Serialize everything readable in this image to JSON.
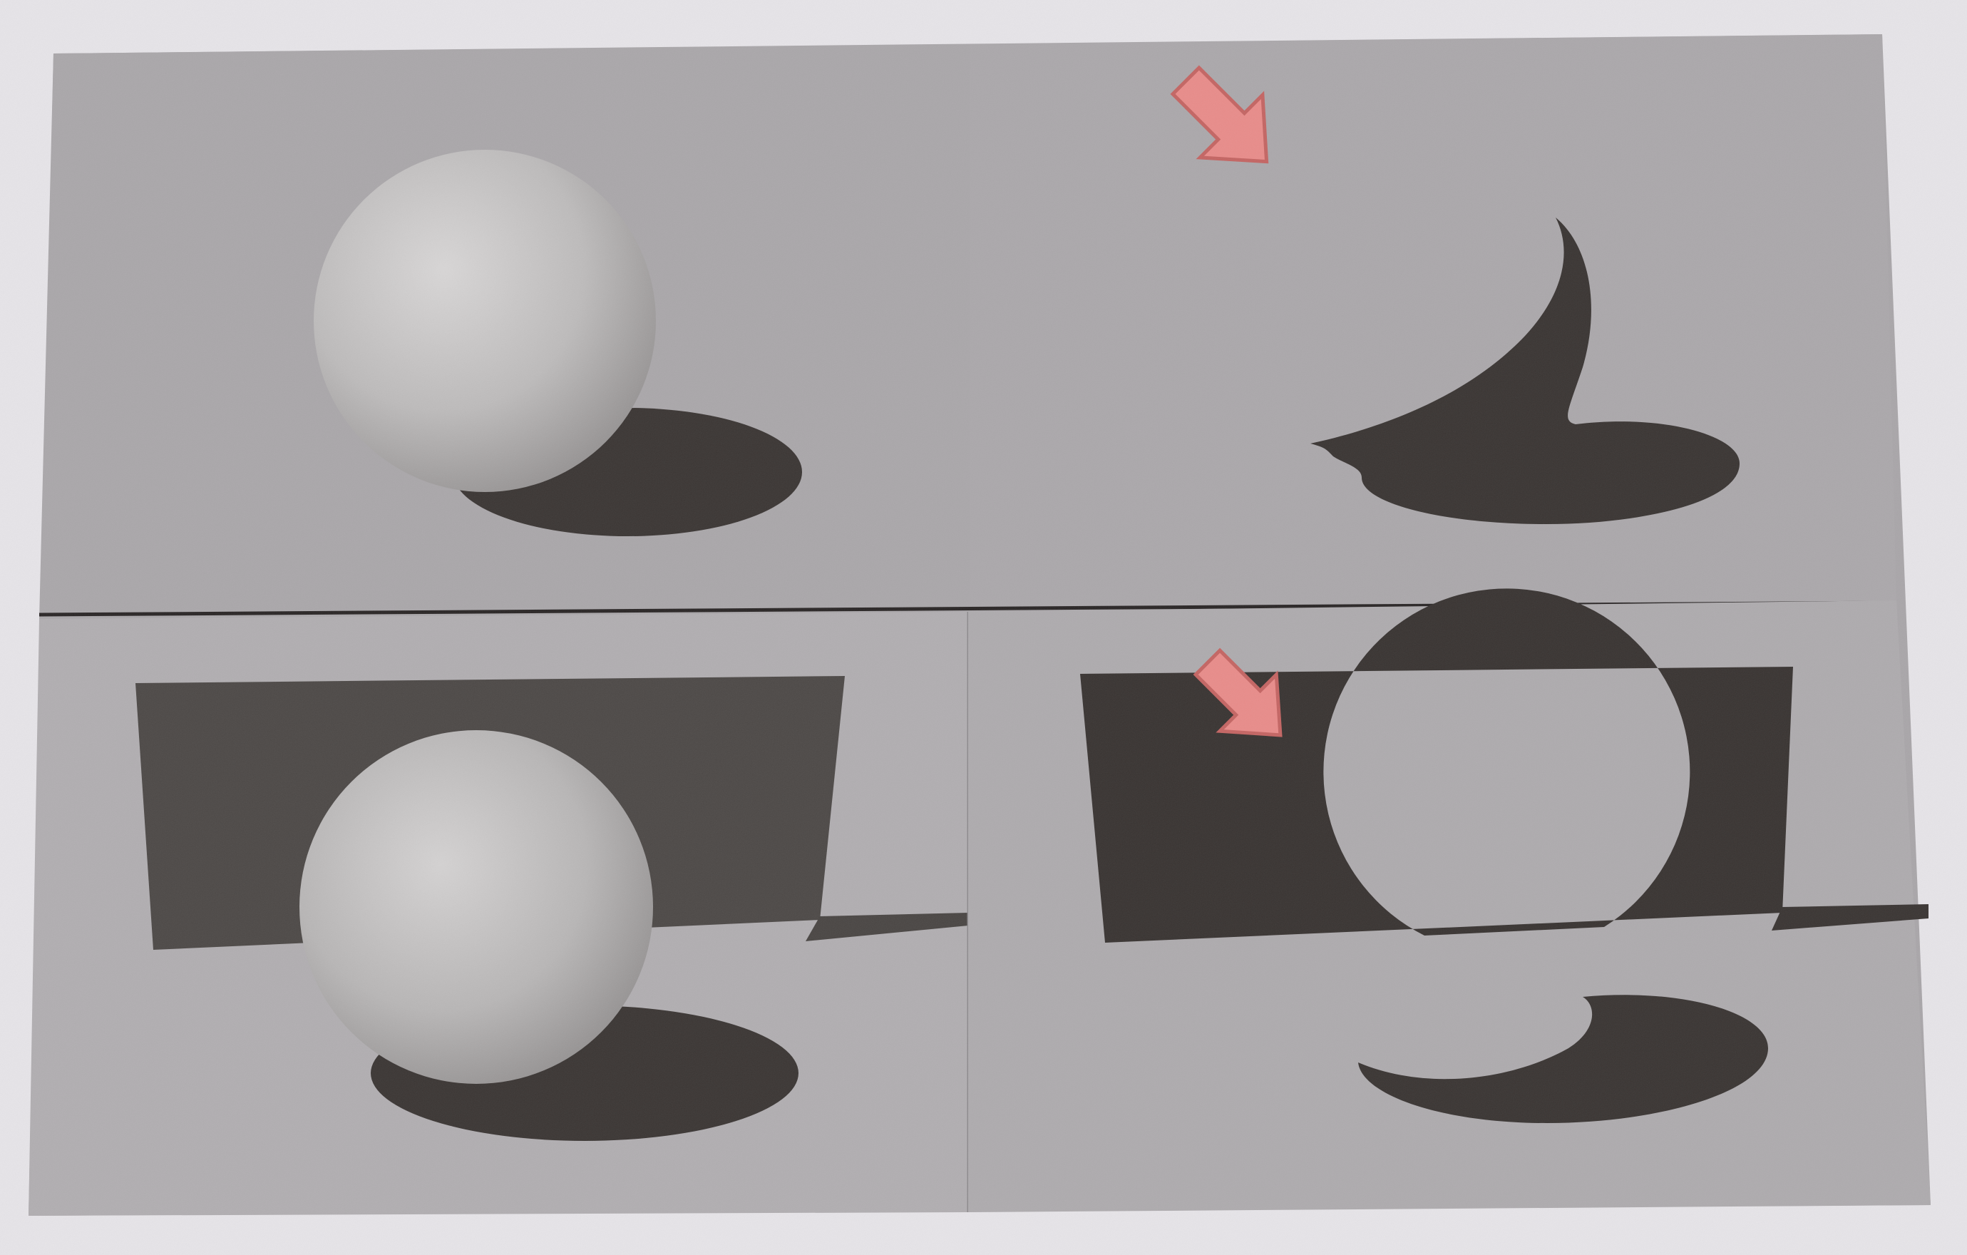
{
  "photo": {
    "subject": "",
    "panels": [
      {
        "id": "top-left",
        "content": [
          "sphere",
          "cast-shadow"
        ]
      },
      {
        "id": "top-right",
        "content": [
          "shadow-silhouette",
          "pink-arrow"
        ]
      },
      {
        "id": "bottom-left",
        "content": [
          "wall",
          "sphere",
          "cast-shadow"
        ]
      },
      {
        "id": "bottom-right",
        "content": [
          "wall-shadow-with-sphere-cutout",
          "pink-arrow",
          "cast-shadow"
        ]
      }
    ]
  },
  "colors": {
    "page_border": "#e8e6ea",
    "panel_gray": "#a8a5a8",
    "panel_gray_light": "#b3b0b3",
    "shadow_dark": "#3a3533",
    "wall_dark": "#4c4846",
    "sphere_light": "#d2d0d0",
    "sphere_mid": "#a4a2a2",
    "arrow_fill": "#e88c8a",
    "arrow_stroke": "#c96866",
    "divider": "#2a2626"
  }
}
